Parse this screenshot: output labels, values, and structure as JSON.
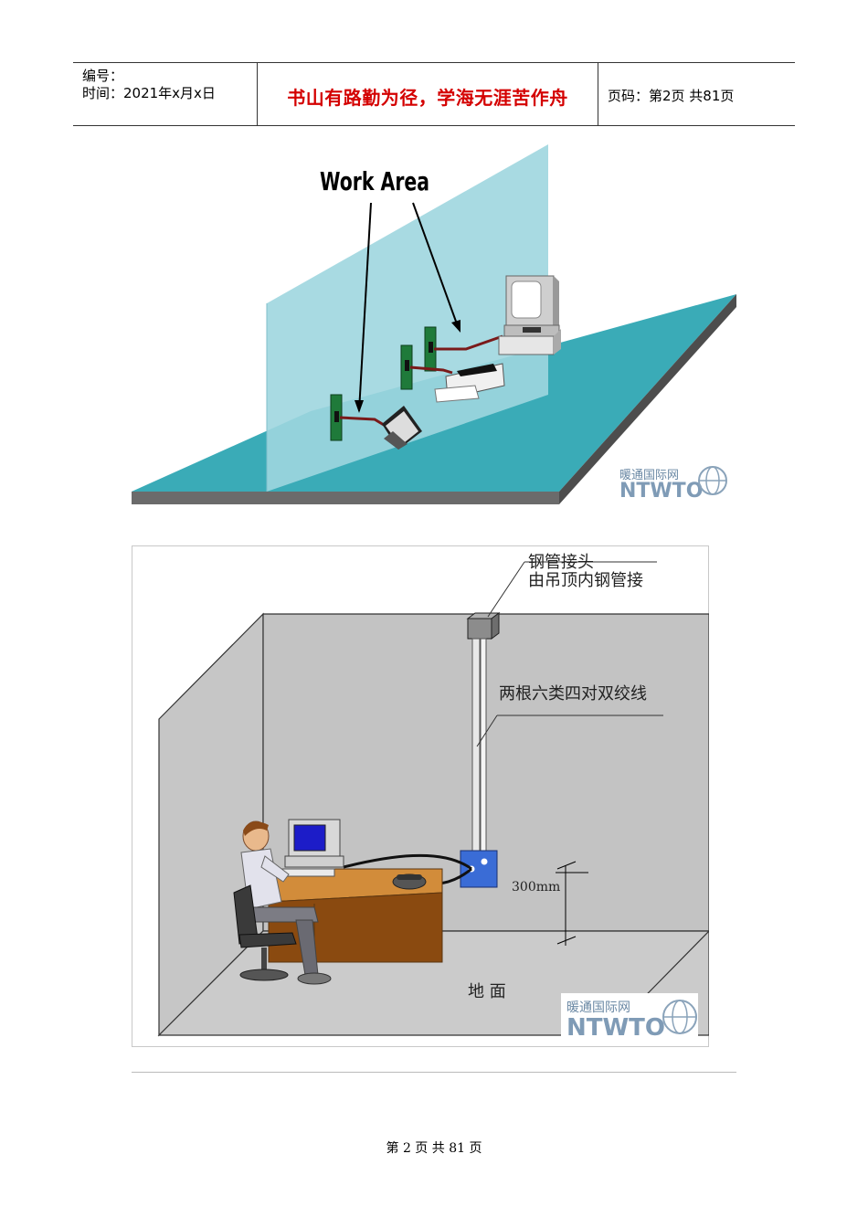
{
  "header": {
    "serial_label": "编号：",
    "time_label": "时间：2021年x月x日",
    "motto": "书山有路勤为径，学海无涯苦作舟",
    "page_info": "页码：第2页  共81页"
  },
  "figure1": {
    "title": "Work Area",
    "watermark_cn": "暖通国际网",
    "watermark_en": "NTWTO"
  },
  "figure2": {
    "label_joint": "钢管接头",
    "label_joint_sub": "由吊顶内钢管接",
    "label_cable": "两根六类四对双绞线",
    "label_height": "300mm",
    "label_floor": "地  面",
    "watermark_cn": "暖通国际网",
    "watermark_en": "NTWTO"
  },
  "footer": {
    "page_text": "第 2 页 共 81 页"
  }
}
